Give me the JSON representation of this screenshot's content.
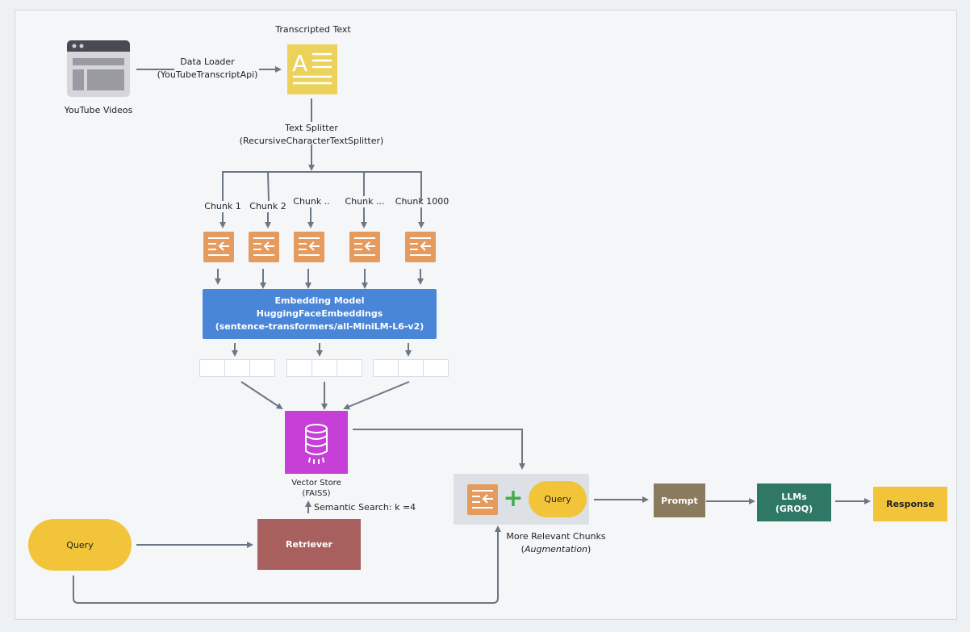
{
  "nodes": {
    "youtube": {
      "label": "YouTube Videos"
    },
    "loader": {
      "line1": "Data Loader",
      "line2": "(YouTubeTranscriptApi)"
    },
    "transcript": {
      "label": "Transcripted Text"
    },
    "splitter": {
      "line1": "Text Splitter",
      "line2": "(RecursiveCharacterTextSplitter)"
    },
    "chunks": [
      {
        "label": "Chunk 1"
      },
      {
        "label": "Chunk 2"
      },
      {
        "label": "Chunk .."
      },
      {
        "label": "Chunk ..."
      },
      {
        "label": "Chunk 1000"
      }
    ],
    "embedding": {
      "line1": "Embedding Model",
      "line2": "HuggingFaceEmbeddings",
      "line3": "(sentence-transformers/all-MiniLM-L6-v2)"
    },
    "vector_store": {
      "line1": "Vector Store",
      "line2": "(FAISS)"
    },
    "semantic_search": {
      "label": "Semantic Search: k =4"
    },
    "query_left": {
      "label": "Query"
    },
    "retriever": {
      "label": "Retriever"
    },
    "augmentation": {
      "query": "Query",
      "plus": "+",
      "line1": "More Relevant Chunks",
      "line2": "Augmentation"
    },
    "prompt": {
      "label": "Prompt"
    },
    "llm": {
      "line1": "LLMs",
      "line2": "(GROQ)"
    },
    "response": {
      "label": "Response"
    }
  },
  "colors": {
    "connector": "#6b7785",
    "embedding": "#4a86d8",
    "chunk": "#e59a5e",
    "transcript": "#ecd25a",
    "vector_store": "#c63fd6",
    "query": "#f1c43a",
    "retriever": "#a8605f",
    "prompt": "#8a7a5e",
    "llm": "#2f7866",
    "response": "#f1c43a",
    "plus": "#3fae4b"
  },
  "icons": {
    "youtube": "browser-window-icon",
    "transcript": "document-text-icon",
    "chunk": "text-chunk-icon",
    "vector_store": "database-icon"
  }
}
